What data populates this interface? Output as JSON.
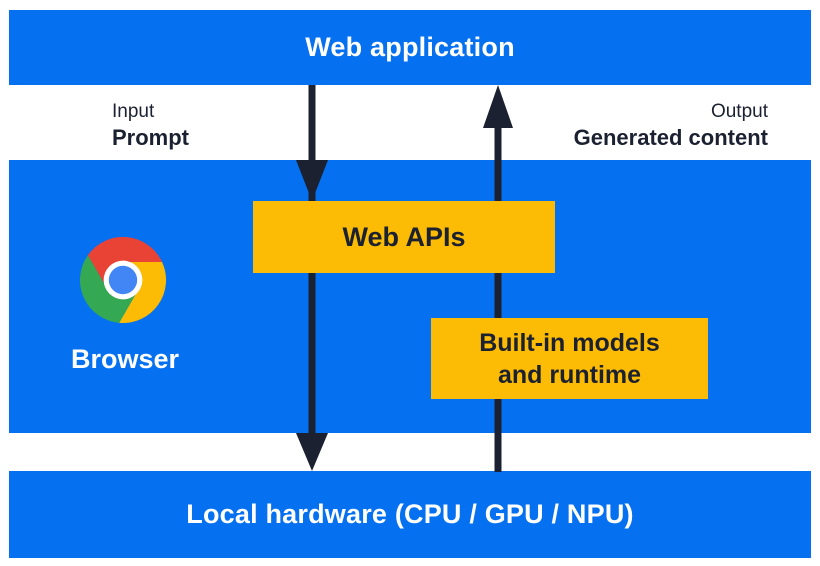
{
  "colors": {
    "background": "#ffffff",
    "blue": "#0570f0",
    "yellow": "#fcbb04",
    "navy": "#1b2130",
    "text_light": "#ffffff",
    "chrome_red": "#e94335",
    "chrome_yellow": "#fcbb04",
    "chrome_green": "#34a853",
    "chrome_blue": "#4286f5",
    "chrome_ring": "#ffffff"
  },
  "top_bar": {
    "label": "Web application"
  },
  "io_labels": {
    "input_title": "Input",
    "input_value": "Prompt",
    "output_title": "Output",
    "output_value": "Generated content"
  },
  "browser_section": {
    "browser_label": "Browser",
    "web_apis_label": "Web APIs",
    "builtin_models_line1": "Built-in models",
    "builtin_models_line2": "and runtime"
  },
  "bottom_bar": {
    "label": "Local hardware (CPU / GPU / NPU)"
  }
}
